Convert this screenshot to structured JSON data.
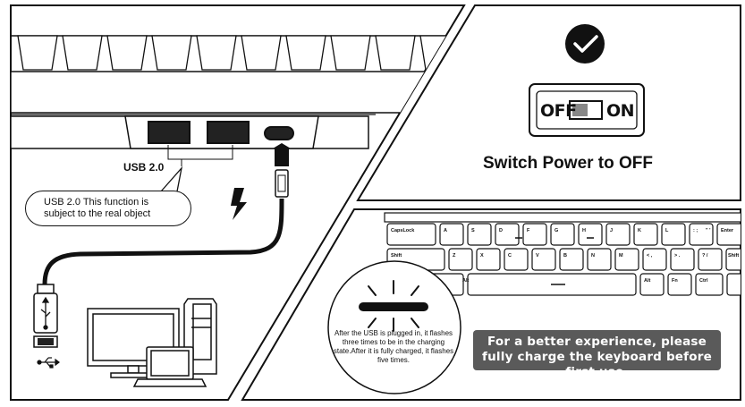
{
  "left_panel": {
    "usb_label": "USB 2.0",
    "callout_text": "USB   2.0   This function is subject to the real object"
  },
  "switch_panel": {
    "off_label": "OFF",
    "on_label": "ON",
    "title": "Switch Power to OFF"
  },
  "keyboard_panel": {
    "circle_note": "After the USB is plugged in, it flashes three times to be in the charging state.After it is fully charged, it flashes five times.",
    "tip_text": "For a better experience, please fully charge the keyboard before first use.",
    "tip_color": "#5a5a5a",
    "keys": {
      "row1": [
        "CapsLock",
        "A",
        "S",
        "D",
        "F",
        "G",
        "H",
        "J",
        "K",
        "L",
        ": ;",
        "\" '",
        "Enter"
      ],
      "row2": [
        "Shift",
        "Z",
        "X",
        "C",
        "V",
        "B",
        "N",
        "M",
        "< ,",
        "> .",
        "? /",
        "Shift"
      ],
      "row3": [
        "Alt",
        "Alt",
        "Fn",
        "Ctrl"
      ]
    }
  },
  "icons": [
    "check-icon",
    "lightning-icon",
    "usb-icon",
    "charging-led-icon"
  ]
}
